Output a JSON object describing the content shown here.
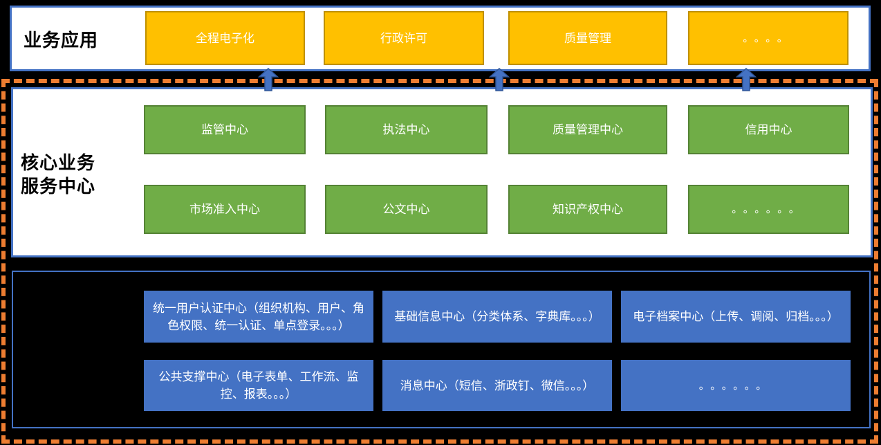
{
  "colors": {
    "background": "#000000",
    "dashed_border": "#ED7D31",
    "section_border": "#4472C4",
    "app_box_fill": "#FFC000",
    "app_box_border": "#BF9000",
    "core_box_fill": "#70AD47",
    "core_box_border": "#548235",
    "platform_box_fill": "#4472C4",
    "arrow_fill": "#4472C4",
    "arrow_stroke": "#2F5597",
    "box_text": "#FFFFFF",
    "label_text": "#000000"
  },
  "top_section": {
    "label": "业务应用",
    "boxes": [
      {
        "label": "全程电子化"
      },
      {
        "label": "行政许可"
      },
      {
        "label": "质量管理"
      },
      {
        "label": "。。。。"
      }
    ]
  },
  "core_section": {
    "label_line1": "核心业务",
    "label_line2": "服务中心",
    "row1": [
      {
        "label": "监管中心"
      },
      {
        "label": "执法中心"
      },
      {
        "label": "质量管理中心"
      },
      {
        "label": "信用中心"
      }
    ],
    "row2": [
      {
        "label": "市场准入中心"
      },
      {
        "label": "公文中心"
      },
      {
        "label": "知识产权中心"
      },
      {
        "label": "。。。。。。"
      }
    ]
  },
  "platform_section": {
    "row1": [
      {
        "label": "统一用户认证中心（组织机构、用户、角色权限、统一认证、单点登录。。。）"
      },
      {
        "label": "基础信息中心（分类体系、字典库。。。）"
      },
      {
        "label": "电子档案中心（上传、调阅、归档。。。）"
      }
    ],
    "row2": [
      {
        "label": "公共支撑中心（电子表单、工作流、监控、报表。。。）"
      },
      {
        "label": "消息中心（短信、浙政钉、微信。。。）"
      },
      {
        "label": "。。。。。。"
      }
    ]
  }
}
